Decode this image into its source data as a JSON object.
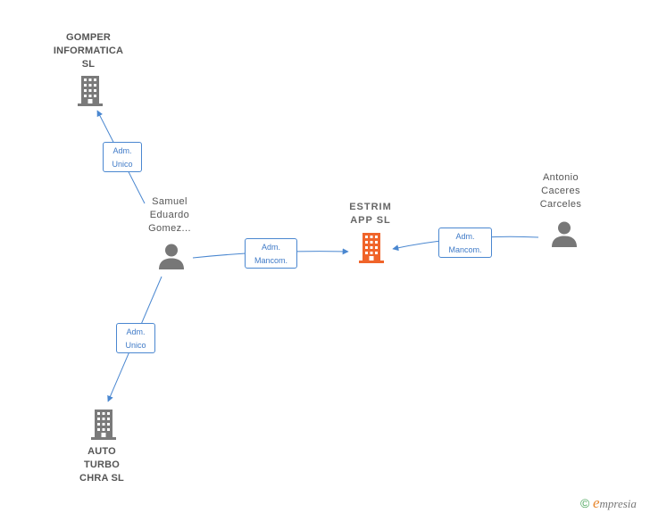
{
  "nodes": {
    "gomper": {
      "label": "GOMPER\nINFORMATICA\nSL",
      "type": "company"
    },
    "estrim": {
      "label": "ESTRIM\nAPP  SL",
      "type": "company-main"
    },
    "auto": {
      "label": "AUTO\nTURBO\nCHRA  SL",
      "type": "company"
    },
    "samuel": {
      "label": "Samuel\nEduardo\nGomez...",
      "type": "person"
    },
    "antonio": {
      "label": "Antonio\nCaceres\nCarceles",
      "type": "person"
    }
  },
  "edges": {
    "samuel_gomper": {
      "line1": "Adm.",
      "line2": "Unico"
    },
    "samuel_estrim": {
      "line1": "Adm.",
      "line2": "Mancom."
    },
    "antonio_estrim": {
      "line1": "Adm.",
      "line2": "Mancom."
    },
    "samuel_auto": {
      "line1": "Adm.",
      "line2": "Unico"
    }
  },
  "colors": {
    "edge": "#4a87d0",
    "company_icon": "#7a7a7a",
    "main_company_icon": "#f0642a",
    "person_icon": "#777777"
  },
  "brand": {
    "copyright": "©",
    "e_letter": "e",
    "rest": "mpresia"
  }
}
